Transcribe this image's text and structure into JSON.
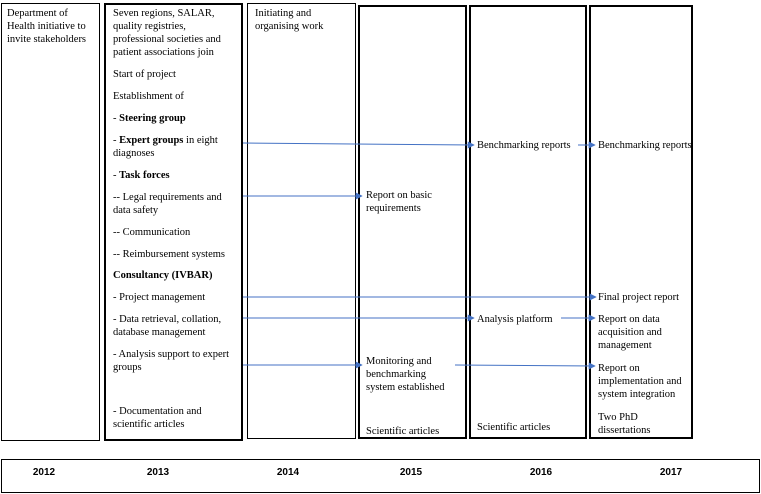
{
  "col2012": {
    "line1": "Department of",
    "line2": "Health initiative to",
    "line3": "invite stakeholders"
  },
  "col2013": {
    "join1": "Seven regions, SALAR,",
    "join2": "quality registries,",
    "join3": "professional societies and",
    "join4": "patient associations join",
    "start": "Start of project",
    "establishment": "Establishment of",
    "steering_prefix": "- ",
    "steering": "Steering group",
    "expert_prefix": "- ",
    "expert_bold": "Expert groups",
    "expert_rest": " in eight",
    "expert_line2": "diagnoses",
    "task_prefix": "- ",
    "task": "Task forces",
    "legal1": "-- Legal requirements and",
    "legal2": "data safety",
    "communication": "-- Communication",
    "reimbursement": "-- Reimbursement systems",
    "consultancy": "Consultancy (IVBAR)",
    "pm": "- Project management",
    "data1": "- Data retrieval, collation,",
    "data2": "database management",
    "analysis1": "- Analysis support to expert",
    "analysis2": "groups",
    "doc1": "- Documentation and",
    "doc2": "scientific articles"
  },
  "col2014": {
    "line1": "Initiating and",
    "line2": "organising work"
  },
  "col2015": {
    "report1": "Report on basic",
    "report2": "requirements",
    "monitor1": "Monitoring and",
    "monitor2": "benchmarking",
    "monitor3": "system established",
    "scientific": "Scientific articles"
  },
  "col2016": {
    "benchmarking": "Benchmarking reports",
    "platform": "Analysis platform",
    "scientific": "Scientific articles"
  },
  "col2017": {
    "benchmarking": "Benchmarking reports",
    "final": "Final project report",
    "data1": "Report on data",
    "data2": "acquisition and",
    "data3": "management",
    "impl1": "Report on",
    "impl2": "implementation and",
    "impl3": "system integration",
    "phd1": "Two PhD",
    "phd2": "dissertations"
  },
  "timeline": {
    "years": [
      "2012",
      "2013",
      "2014",
      "2015",
      "2016",
      "2017"
    ]
  },
  "colors": {
    "arrow": "#4472c4",
    "border": "#000000"
  }
}
